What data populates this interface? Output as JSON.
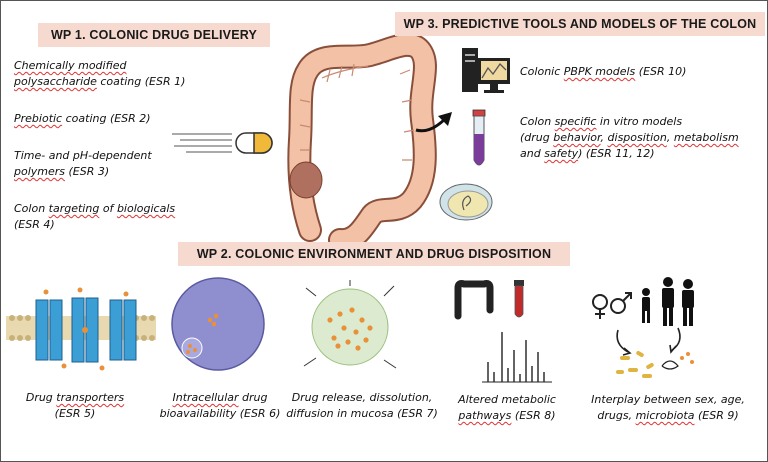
{
  "colors": {
    "header_bg": "#f6d9cf",
    "colon": "#f2c1a6",
    "membrane_protein": "#3b9fd6",
    "drug_dot": "#e8913a",
    "cell": "#8f8fd0",
    "mucosa": "#dcebcf",
    "tube_liquid": "#7a3d9a"
  },
  "icons": [
    "colon-icon",
    "pill-capsule-icon",
    "computer-icon",
    "test-tube-icon",
    "petri-dish-icon",
    "transporter-icon",
    "cell-icon",
    "mucosa-icon",
    "intestine-icon",
    "blood-tube-icon",
    "spectrum-icon",
    "gender-icon",
    "family-icon",
    "microbiota-icon",
    "arrow-icon"
  ],
  "wp1": {
    "title": "WP 1. COLONIC DRUG DELIVERY",
    "items": [
      {
        "l1a": "Chemically modified",
        "l2a": "polysaccharide",
        "l2b": " coating (ESR 1)"
      },
      {
        "l1a": "Prebiotic",
        "l1b": " coating (ESR 2)"
      },
      {
        "l1": "Time- and pH-dependent",
        "l2a": "polymers",
        "l2b": " (ESR 3)"
      },
      {
        "l1a": "Colon ",
        "l1b": "targeting",
        "l1c": " of ",
        "l1d": "biologicals",
        "l2": "(ESR 4)"
      }
    ]
  },
  "wp3": {
    "title": "WP 3. PREDICTIVE TOOLS AND MODELS OF THE COLON",
    "item1": {
      "a": "Colonic ",
      "b": "PBPK models",
      "c": " (ESR 10)"
    },
    "item2": {
      "l1a": "Colon ",
      "l1b": "specific",
      "l1c": " in vitro models",
      "l2a": "(drug ",
      "l2b": "behavior",
      "l2c": ", ",
      "l2d": "disposition",
      "l2e": ", ",
      "l2f": "metabolism",
      "l3a": "and ",
      "l3b": "safety",
      "l3c": ") (ESR 11, 12)"
    }
  },
  "wp2": {
    "title": "WP 2. COLONIC ENVIRONMENT AND DRUG DISPOSITION",
    "captions": [
      {
        "l1a": "Drug ",
        "l1b": "transporters",
        "l2": "(ESR 5)"
      },
      {
        "l1a": "Intracellular",
        "l1b": " drug",
        "l2": "bioavailability (ESR 6)"
      },
      {
        "l1": "Drug release, dissolution,",
        "l2": "diffusion in mucosa (ESR 7)"
      },
      {
        "l1a": "Altered metabolic",
        "l2a": "pathways",
        "l2b": " (ESR 8)"
      },
      {
        "l1": "Interplay between sex, age,",
        "l2a": "drugs, ",
        "l2b": "microbiota",
        "l2c": " (ESR 9)"
      }
    ]
  }
}
